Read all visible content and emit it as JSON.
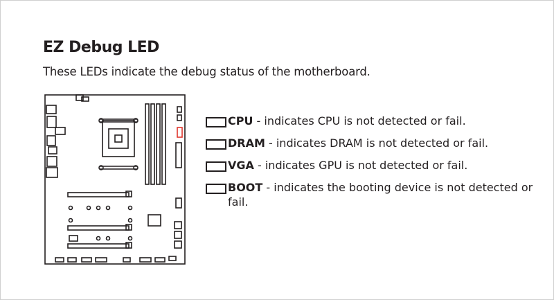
{
  "doc": {
    "title": "EZ Debug LED",
    "subtitle": "These LEDs indicate the debug status of the motherboard."
  },
  "leds": [
    {
      "name": "CPU",
      "description": " - indicates CPU is not detected or fail."
    },
    {
      "name": "DRAM",
      "description": " - indicates DRAM is not detected or fail."
    },
    {
      "name": "VGA",
      "description": " - indicates GPU is not detected or fail."
    },
    {
      "name": "BOOT",
      "description": " - indicates the booting device is not detected or fail."
    }
  ],
  "colors": {
    "line": "#231f20",
    "highlight": "#e0352b"
  }
}
